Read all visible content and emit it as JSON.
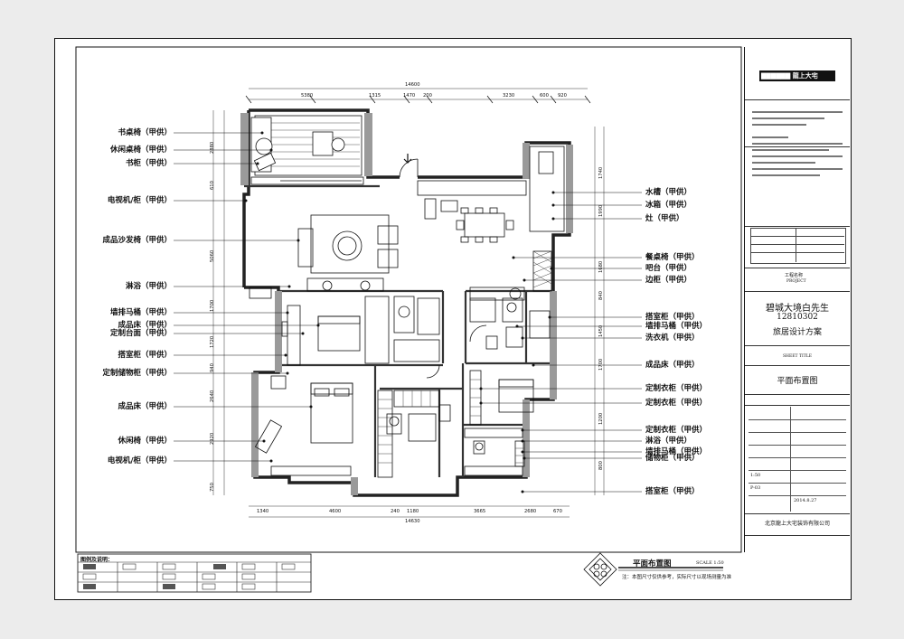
{
  "brand": {
    "name": "▇▇▇▇▇▇ 龍上大宅"
  },
  "labels_left": [
    "书桌椅（甲供）",
    "休闲桌椅（甲供）",
    "书柜（甲供）",
    "电视机/柜（甲供）",
    "成品沙发椅（甲供）",
    "淋浴（甲供）",
    "墙排马桶（甲供）",
    "成品床（甲供）",
    "定制台面（甲供）",
    "搭室柜（甲供）",
    "定制储物柜（甲供）",
    "成品床（甲供）",
    "休闲椅（甲供）",
    "电视机/柜（甲供）"
  ],
  "labels_right": [
    "水槽（甲供）",
    "冰箱（甲供）",
    "灶（甲供）",
    "餐桌椅（甲供）",
    "吧台（甲供）",
    "边柜（甲供）",
    "搭室柜（甲供）",
    "墙排马桶（甲供）",
    "洗衣机（甲供）",
    "成品床（甲供）",
    "定制衣柜（甲供）",
    "定制衣柜（甲供）",
    "定制衣柜（甲供）",
    "淋浴（甲供）",
    "墙排马桶（甲供）",
    "储物柜（甲供）",
    "搭室柜（甲供）"
  ],
  "dims": {
    "top_total": "14600",
    "top": [
      "5380",
      "1315",
      "1470",
      "200",
      "3230",
      "600",
      "920"
    ],
    "bottom_total": "14630",
    "bottom": [
      "1340",
      "4600",
      "240",
      "1180",
      "3665",
      "2680",
      "670"
    ],
    "left": [
      "2880",
      "610",
      "5060",
      "1700",
      "1720",
      "940",
      "2640",
      "2920",
      "750"
    ],
    "right": [
      "1740",
      "1990",
      "1680",
      "840",
      "1450",
      "1700",
      "1200",
      "800"
    ]
  },
  "titleblock": {
    "project": "碧城大境白先生",
    "code": "12810302",
    "scheme": "旅居设计方案",
    "sheet_title_en": "SHEET TITLE",
    "sheet_title": "平面布置图",
    "project_label": "工程名称",
    "project_label_en": "PROJECT",
    "date": "2014.8.27",
    "company": "北京龍上大宅装饰有限公司",
    "sheet_no": "P-03",
    "scale": "1:50"
  },
  "bottom": {
    "legend_title": "图例及说明：",
    "plan_title": "平面布置图",
    "plan_scale": "SCALE 1:50",
    "note": "注：本图尺寸仅供参考，实际尺寸以现场测量为准"
  }
}
